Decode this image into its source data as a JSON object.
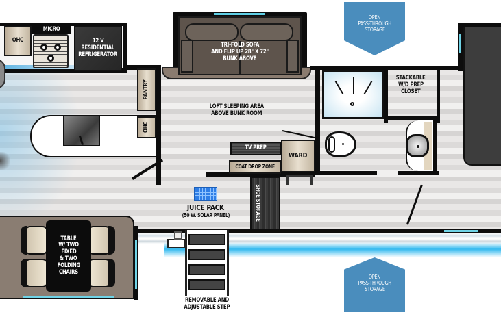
{
  "diagram": {
    "type": "RV fifth-wheel floor plan",
    "colors": {
      "wall": "#0d0d0d",
      "storage_arrow": "#4a8dbd",
      "accent_glow": "#29b6ee",
      "cabinet_tan": "#d9cdb8",
      "sofa_brown": "#5e544c",
      "dinette_brown": "#8a7d72",
      "appliance_dark": "#2e2e2e"
    },
    "labels": {
      "ohc_top": "OHC",
      "micro": "MICRO",
      "refrigerator": "12 V RESIDENTIAL REFRIGERATOR",
      "refrigerator_lines": [
        "12 V",
        "RESIDENTIAL",
        "REFRIGERATOR"
      ],
      "sofa_lines": [
        "TRI-FOLD SOFA",
        "AND FLIP UP 28\" X 72\"",
        "BUNK ABOVE"
      ],
      "storage_top_lines": [
        "OPEN",
        "PASS-THROUGH",
        "STORAGE"
      ],
      "closet_lines": [
        "STACKABLE",
        "W/D PREP",
        "CLOSET"
      ],
      "pantry": "PANTRY",
      "ohc_side": "OHC",
      "loft_lines": [
        "LOFT SLEEPING AREA",
        "ABOVE BUNK ROOM"
      ],
      "tv_prep": "TV PREP",
      "ward": "WARD",
      "coat_drop": "COAT DROP ZONE",
      "shoe_storage": "SHOE STORAGE",
      "juice_pack": "JUICE PACK",
      "solar_panel": "(50 W. SOLAR PANEL)",
      "dinette_lines": [
        "TABLE",
        "W/ TWO",
        "FIXED",
        "& TWO",
        "FOLDING",
        "CHAIRS"
      ],
      "step_lines": [
        "REMOVABLE AND",
        "ADJUSTABLE STEP"
      ],
      "storage_bottom_lines": [
        "OPEN",
        "PASS-THROUGH",
        "STORAGE"
      ]
    }
  }
}
